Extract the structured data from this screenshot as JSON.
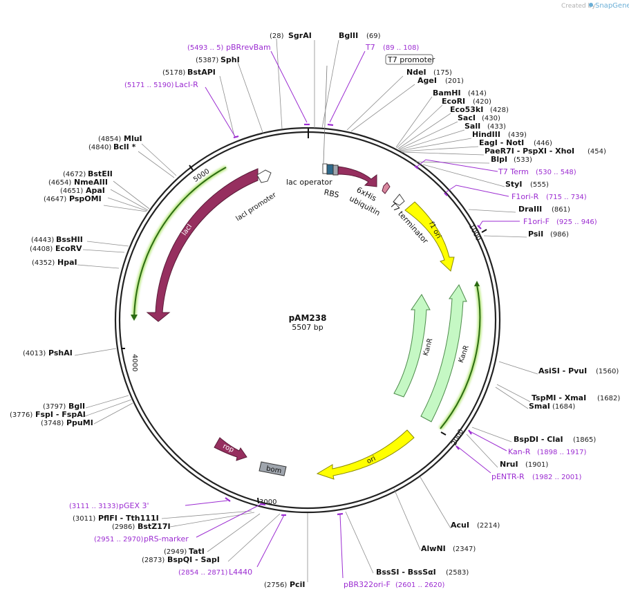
{
  "credit": {
    "text": "Created by",
    "brand": "SnapGene"
  },
  "plasmid": {
    "name": "pAM238",
    "length_label": "5507 bp",
    "length": 5507
  },
  "ticks": [
    "1000",
    "2000",
    "3000",
    "4000",
    "5000"
  ],
  "features_text": {
    "lacI": "lacI",
    "lacI_promoter": "lacI promoter",
    "lac_operator": "lac operator",
    "rbs": "RBS",
    "his_ubiquitin": "6xHis ubiquitin",
    "t7_terminator": "T7 terminator",
    "f1ori": "f1 ori",
    "kanR_1": "KanR",
    "kanR_2": "KanR",
    "ori": "ori",
    "rop": "rop",
    "bom": "bom",
    "t7_promoter": "T7 promoter"
  },
  "sites_right": [
    {
      "pos": "(69)",
      "name": "BglII"
    },
    {
      "pos": "(175)",
      "name": "NdeI"
    },
    {
      "pos": "(201)",
      "name": "AgeI"
    },
    {
      "pos": "(414)",
      "name": "BamHI"
    },
    {
      "pos": "(420)",
      "name": "EcoRI"
    },
    {
      "pos": "(428)",
      "name": "Eco53kI"
    },
    {
      "pos": "(430)",
      "name": "SacI"
    },
    {
      "pos": "(433)",
      "name": "SalI"
    },
    {
      "pos": "(439)",
      "name": "HindIII"
    },
    {
      "pos": "(446)",
      "name": "EagI  - NotI"
    },
    {
      "pos": "(454)",
      "name": "PaeR7I  - PspXI  - XhoI"
    },
    {
      "pos": "(533)",
      "name": "BlpI"
    },
    {
      "pos": "(555)",
      "name": "StyI"
    },
    {
      "pos": "(861)",
      "name": "DraIII"
    },
    {
      "pos": "(986)",
      "name": "PsiI"
    },
    {
      "pos": "(1560)",
      "name": "AsiSI  - PvuI"
    },
    {
      "pos": "(1682)",
      "name": "TspMI  - XmaI"
    },
    {
      "pos": "(1684)",
      "name": "SmaI"
    },
    {
      "pos": "(1865)",
      "name": "BspDI  - ClaI"
    },
    {
      "pos": "(1901)",
      "name": "NruI"
    },
    {
      "pos": "(2214)",
      "name": "AcuI"
    },
    {
      "pos": "(2347)",
      "name": "AlwNI"
    },
    {
      "pos": "(2583)",
      "name": "BssSI  - BssSαI"
    }
  ],
  "primers_right": [
    {
      "name": "T7",
      "range": "(89 .. 108)"
    },
    {
      "name": "T7 Term",
      "range": "(530 .. 548)"
    },
    {
      "name": "F1ori-R",
      "range": "(715 .. 734)"
    },
    {
      "name": "F1ori-F",
      "range": "(925 .. 946)"
    },
    {
      "name": "Kan-R",
      "range": "(1898 .. 1917)"
    },
    {
      "name": "pENTR-R",
      "range": "(1982 .. 2001)"
    },
    {
      "name": "pBR322ori-F",
      "range": "(2601 .. 2620)"
    }
  ],
  "sites_left": [
    {
      "pos": "(28)",
      "name": "SgrAI"
    },
    {
      "pos": "(5387)",
      "name": "SphI"
    },
    {
      "pos": "(5178)",
      "name": "BstAPI"
    },
    {
      "pos": "(4854)",
      "name": "MluI"
    },
    {
      "pos": "(4840)",
      "name": "BclI *"
    },
    {
      "pos": "(4672)",
      "name": "BstEII"
    },
    {
      "pos": "(4654)",
      "name": "NmeAIII"
    },
    {
      "pos": "(4651)",
      "name": "ApaI"
    },
    {
      "pos": "(4647)",
      "name": "PspOMI"
    },
    {
      "pos": "(4443)",
      "name": "BssHII"
    },
    {
      "pos": "(4408)",
      "name": "EcoRV"
    },
    {
      "pos": "(4352)",
      "name": "HpaI"
    },
    {
      "pos": "(4013)",
      "name": "PshAI"
    },
    {
      "pos": "(3797)",
      "name": "BglI"
    },
    {
      "pos": "(3776)",
      "name": "FspI  - FspAI"
    },
    {
      "pos": "(3748)",
      "name": "PpuMI"
    },
    {
      "pos": "(3011)",
      "name": "PflFI  - Tth111I"
    },
    {
      "pos": "(2986)",
      "name": "BstZ17I"
    },
    {
      "pos": "(2949)",
      "name": "TatI"
    },
    {
      "pos": "(2873)",
      "name": "BspQI  - SapI"
    },
    {
      "pos": "(2756)",
      "name": "PciI"
    }
  ],
  "primers_left": [
    {
      "range": "(5493 .. 5)",
      "name": "pBRrevBam"
    },
    {
      "range": "(5171 .. 5190)",
      "name": "LacI-R"
    },
    {
      "range": "(3111 .. 3133)",
      "name": "pGEX 3'"
    },
    {
      "range": "(2951 .. 2970)",
      "name": "pRS-marker"
    },
    {
      "range": "(2854 .. 2871)",
      "name": "L4440"
    }
  ],
  "colors": {
    "backbone": "#222222",
    "lacI": "#962f5f",
    "rop": "#962f5f",
    "ubiquitin": "#962f5f",
    "f1ori": "#ffff00",
    "ori": "#ffff00",
    "kanR": "#c5f8c4",
    "bom": "#9fa5ad",
    "primer": "#9b2bd1",
    "orf": "#2b6a12"
  }
}
